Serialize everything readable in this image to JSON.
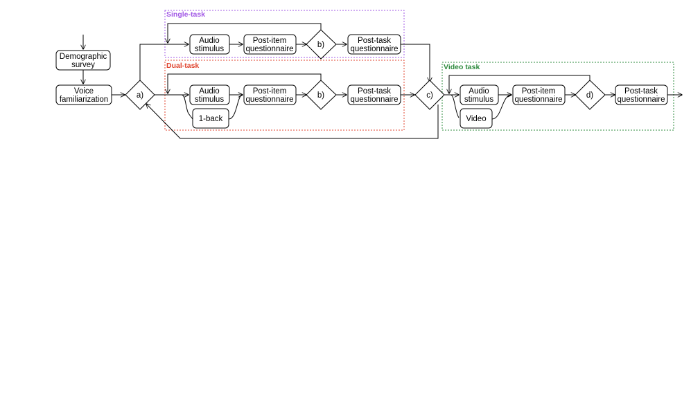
{
  "groups": {
    "single_task": {
      "label": "Single-task",
      "color": "#a259e6"
    },
    "dual_task": {
      "label": "Dual-task",
      "color": "#e0452f"
    },
    "video_task": {
      "label": "Video task",
      "color": "#2e8b3e"
    }
  },
  "nodes": {
    "demographic_survey": {
      "line1": "Demographic",
      "line2": "survey"
    },
    "voice_familiarization": {
      "line1": "Voice",
      "line2": "familiarization"
    },
    "decision_a": {
      "label": "a)"
    },
    "single_audio_stimulus": {
      "line1": "Audio",
      "line2": "stimulus"
    },
    "single_post_item": {
      "line1": "Post-item",
      "line2": "questionnaire"
    },
    "single_decision_b": {
      "label": "b)"
    },
    "single_post_task": {
      "line1": "Post-task",
      "line2": "questionnaire"
    },
    "dual_audio_stimulus": {
      "line1": "Audio",
      "line2": "stimulus"
    },
    "dual_one_back": {
      "label": "1-back"
    },
    "dual_post_item": {
      "line1": "Post-item",
      "line2": "questionnaire"
    },
    "dual_decision_b": {
      "label": "b)"
    },
    "dual_post_task": {
      "line1": "Post-task",
      "line2": "questionnaire"
    },
    "decision_c": {
      "label": "c)"
    },
    "video_audio_stimulus": {
      "line1": "Audio",
      "line2": "stimulus"
    },
    "video_video": {
      "label": "Video"
    },
    "video_post_item": {
      "line1": "Post-item",
      "line2": "questionnaire"
    },
    "decision_d": {
      "label": "d)"
    },
    "video_post_task": {
      "line1": "Post-task",
      "line2": "questionnaire"
    }
  }
}
